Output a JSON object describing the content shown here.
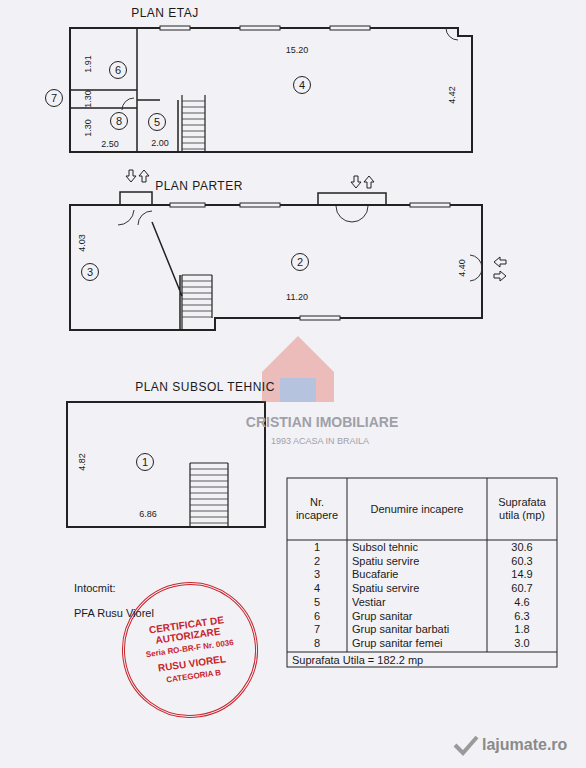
{
  "diagram": {
    "nodes": [
      {
        "text": [
          "PLAN ETAJ"
        ]
      },
      {
        "text": [
          "6"
        ],
        "in": 0
      },
      {
        "text": [
          "4"
        ],
        "in": 0
      },
      {
        "text": [
          "5"
        ],
        "in": 0
      },
      {
        "text": [
          "8"
        ],
        "in": 0
      },
      {
        "text": [
          "7"
        ]
      },
      {
        "text": [
          "PLAN PARTER"
        ]
      },
      {
        "text": [
          "3"
        ],
        "in": 6
      },
      {
        "text": [
          "2"
        ],
        "in": 6
      },
      {
        "text": [
          "PLAN SUBSOL TEHNIC"
        ]
      },
      {
        "text": [
          "1"
        ],
        "in": 9
      },
      {
        "text": [
          "CERTIFICAT DE AUTORIZARE",
          "Seria RO-BR-F Nr. 0036",
          "RUSU VIOREL",
          "CATEGORIA B"
        ]
      }
    ],
    "labels": [
      "15.20",
      "4.42",
      "1.91",
      "1.30",
      "1.30",
      "2.50",
      "2.00",
      "4.03",
      "11.20",
      "4.40",
      "4.82",
      "6.86",
      "Nr. incapere",
      "Denumire incapere",
      "Suprafata utila (mp)",
      "1",
      "Subsol tehnic",
      "30.6",
      "2",
      "Spatiu servire",
      "60.3",
      "3",
      "Bucafarie",
      "14.9",
      "4",
      "Spatiu servire",
      "60.7",
      "5",
      "Vestiar",
      "4.6",
      "6",
      "Grup sanitar",
      "6.3",
      "7",
      "Grup sanitar barbati",
      "1.8",
      "8",
      "Grup sanitar femei",
      "3.0",
      "Suprafata Utila = 182.2 mp",
      "CRISTIAN IMOBILIARE",
      "1993 ACASA IN BRAILA",
      "Intocmit:",
      "PFA Rusu Viorel",
      "lajumate.ro"
    ]
  }
}
